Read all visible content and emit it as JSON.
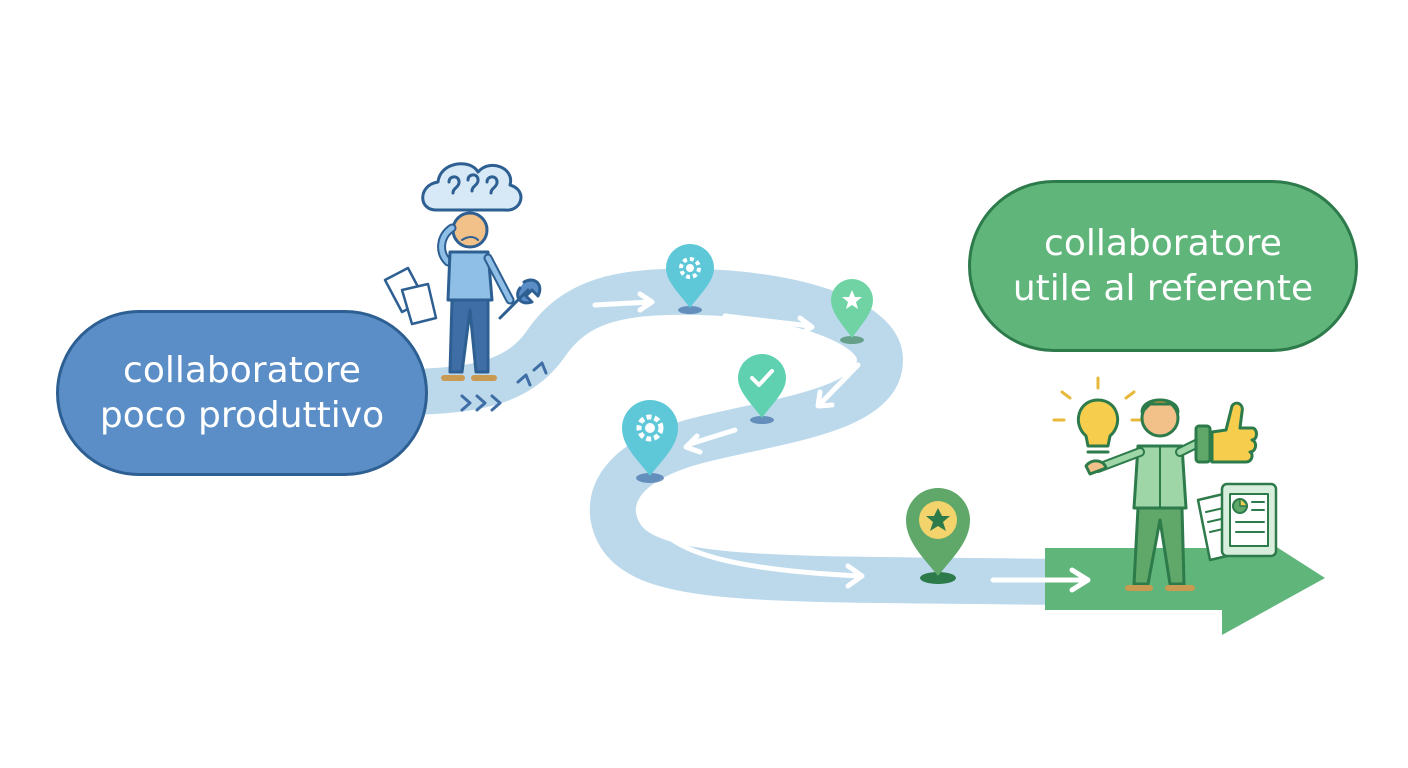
{
  "start_label": {
    "line1": "collaboratore",
    "line2": "poco produttivo",
    "color": "#5b8ec7"
  },
  "end_label": {
    "line1": "collaboratore",
    "line2": "utile al referente",
    "color": "#5fb57a"
  },
  "path_color": "#bcd9ec",
  "arrow_color": "#5fb57a",
  "milestones": [
    {
      "icon": "gear-icon",
      "color": "#5ec8d8"
    },
    {
      "icon": "star-icon",
      "color": "#6fd3a4"
    },
    {
      "icon": "check-icon",
      "color": "#5fd1b0"
    },
    {
      "icon": "gear-icon",
      "color": "#5ec8d8"
    },
    {
      "icon": "star-icon",
      "color": "#5fa86a"
    }
  ],
  "figures": {
    "confused": {
      "icons": [
        "thought-cloud-icon",
        "question-marks-icon",
        "wrench-icon",
        "papers-icon"
      ]
    },
    "success": {
      "icons": [
        "lightbulb-icon",
        "thumbs-up-icon",
        "report-icon"
      ]
    }
  }
}
